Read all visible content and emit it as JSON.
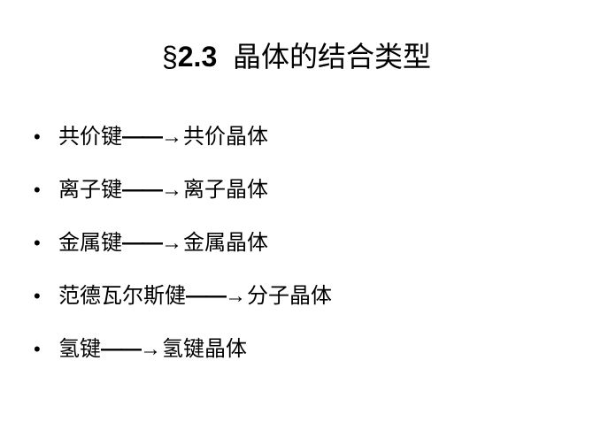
{
  "title": {
    "symbol": "§",
    "number": "2.3",
    "text": "晶体的结合类型"
  },
  "items": [
    {
      "bond": "共价键",
      "crystal": "共价晶体"
    },
    {
      "bond": "离子键",
      "crystal": "离子晶体"
    },
    {
      "bond": "金属键",
      "crystal": "金属晶体"
    },
    {
      "bond": "范德瓦尔斯健",
      "crystal": "分子晶体"
    },
    {
      "bond": "氢键",
      "crystal": "氢键晶体"
    }
  ],
  "bullet": "•",
  "connector": "——",
  "arrow": "→"
}
